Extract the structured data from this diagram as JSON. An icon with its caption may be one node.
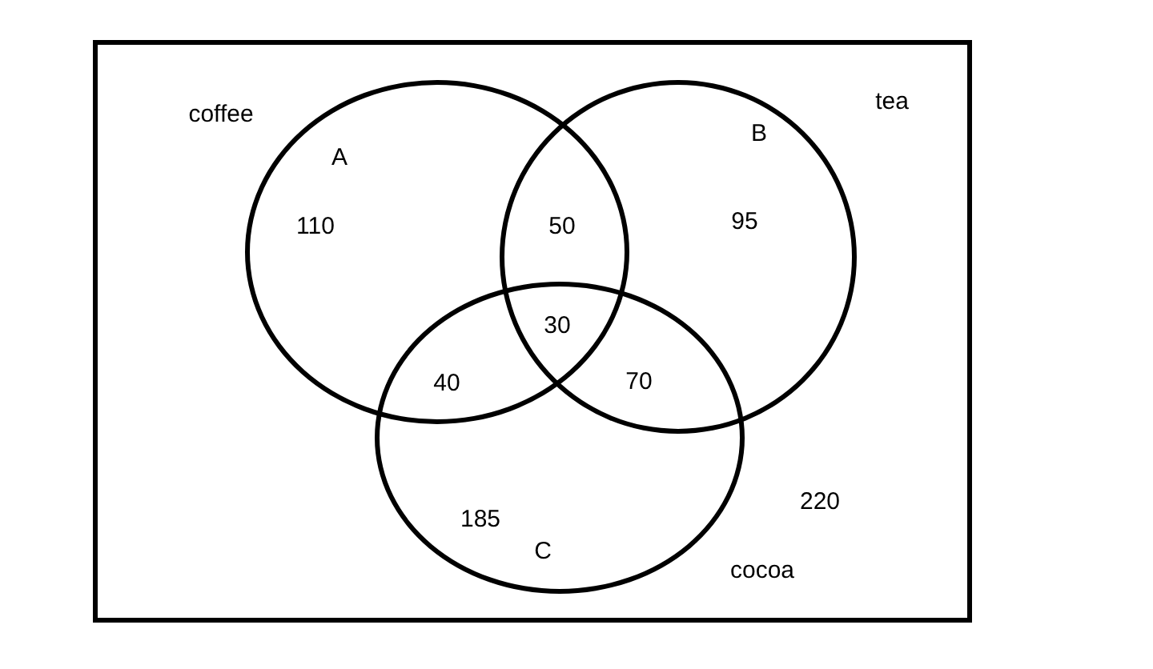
{
  "diagram": {
    "nodes": [
      {
        "text": [
          "220"
        ]
      },
      {
        "text": [
          "A",
          "110"
        ],
        "in": 0,
        "beside": [
          "coffee"
        ]
      },
      {
        "text": [
          "B",
          "95"
        ],
        "in": 0,
        "beside": [
          "tea"
        ]
      },
      {
        "text": [
          "C",
          "185"
        ],
        "in": 0,
        "beside": [
          "cocoa"
        ]
      }
    ],
    "labels": [
      "50",
      "30",
      "40",
      "70"
    ]
  }
}
